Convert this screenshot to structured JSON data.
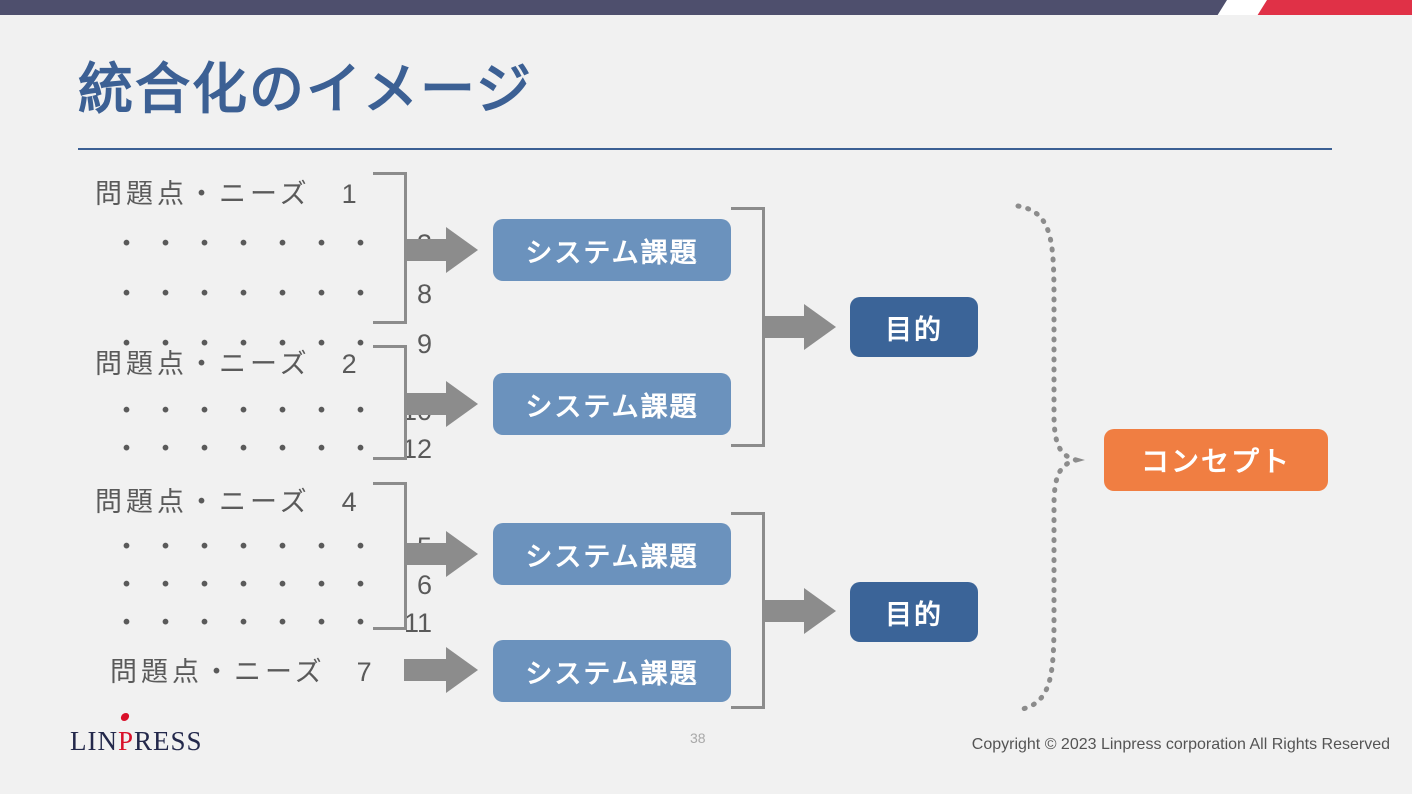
{
  "slide": {
    "title": "統合化のイメージ",
    "page_number": "38",
    "copyright": "Copyright © 2023 Linpress corporation All Rights Reserved",
    "logo": {
      "part1": "LIN",
      "part2": "P",
      "part3": "RESS"
    },
    "colors": {
      "background": "#f1f1f1",
      "title": "#3c6094",
      "topbar_navy": "#4e4f6d",
      "topbar_red": "#e03147",
      "system_box": "#6b92bd",
      "purpose_box": "#3b6498",
      "concept_box": "#f07e42",
      "connector_gray": "#8c8c8c",
      "body_text": "#5a5a5a"
    }
  },
  "diagram": {
    "needs_groups": [
      {
        "lines": [
          {
            "label": "問題点・ニーズ",
            "dots": "",
            "number": "1"
          },
          {
            "label": "",
            "dots": "・・・・・・・",
            "number": "3"
          },
          {
            "label": "",
            "dots": "・・・・・・・",
            "number": "8"
          },
          {
            "label": "",
            "dots": "・・・・・・・",
            "number": "9"
          }
        ]
      },
      {
        "lines": [
          {
            "label": "問題点・ニーズ",
            "dots": "",
            "number": "2"
          },
          {
            "label": "",
            "dots": "・・・・・・・",
            "number": "10"
          },
          {
            "label": "",
            "dots": "・・・・・・・",
            "number": "12"
          }
        ]
      },
      {
        "lines": [
          {
            "label": "問題点・ニーズ",
            "dots": "",
            "number": "4"
          },
          {
            "label": "",
            "dots": "・・・・・・・",
            "number": "5"
          },
          {
            "label": "",
            "dots": "・・・・・・・",
            "number": "6"
          },
          {
            "label": "",
            "dots": "・・・・・・・",
            "number": "11"
          }
        ]
      },
      {
        "lines": [
          {
            "label": "問題点・ニーズ",
            "dots": "",
            "number": "7"
          }
        ]
      }
    ],
    "system_boxes": [
      {
        "label": "システム課題"
      },
      {
        "label": "システム課題"
      },
      {
        "label": "システム課題"
      },
      {
        "label": "システム課題"
      }
    ],
    "purpose_boxes": [
      {
        "label": "目的"
      },
      {
        "label": "目的"
      }
    ],
    "concept_box": {
      "label": "コンセプト"
    }
  }
}
